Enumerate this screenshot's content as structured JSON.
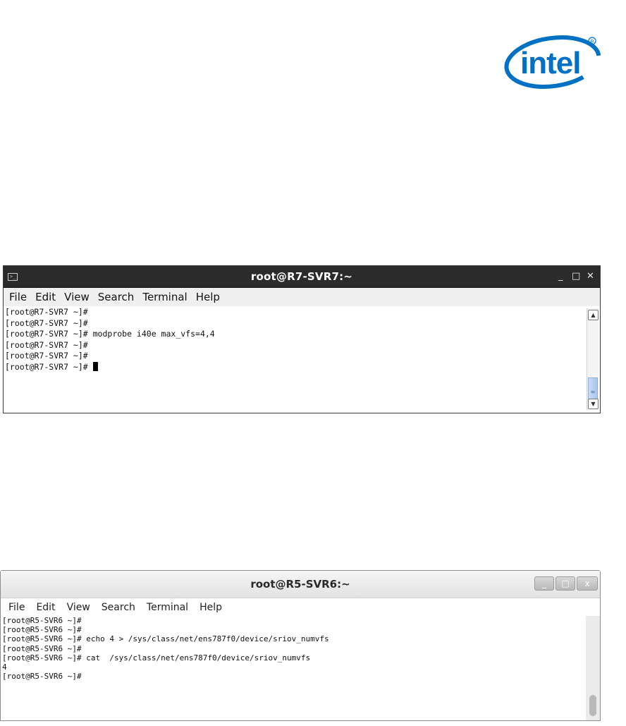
{
  "logo": {
    "text": "intel",
    "color": "#0071c5"
  },
  "terminal_top": {
    "icon": "terminal-icon",
    "title": "root@R7-SVR7:~",
    "controls": {
      "minimize": "_",
      "maximize": "□",
      "close": "✕"
    },
    "menu": [
      "File",
      "Edit",
      "View",
      "Search",
      "Terminal",
      "Help"
    ],
    "lines": [
      "[root@R7-SVR7 ~]#",
      "[root@R7-SVR7 ~]#",
      "[root@R7-SVR7 ~]# modprobe i40e max_vfs=4,4",
      "[root@R7-SVR7 ~]#",
      "[root@R7-SVR7 ~]#",
      "[root@R7-SVR7 ~]# "
    ]
  },
  "terminal_bottom": {
    "title": "root@R5-SVR6:~",
    "controls": {
      "minimize": "_",
      "maximize": "□",
      "close": "x"
    },
    "menu": [
      "File",
      "Edit",
      "View",
      "Search",
      "Terminal",
      "Help"
    ],
    "lines": [
      "[root@R5-SVR6 ~]#",
      "[root@R5-SVR6 ~]#",
      "[root@R5-SVR6 ~]# echo 4 > /sys/class/net/ens787f0/device/sriov_numvfs",
      "[root@R5-SVR6 ~]#",
      "[root@R5-SVR6 ~]# cat  /sys/class/net/ens787f0/device/sriov_numvfs",
      "4",
      "[root@R5-SVR6 ~]#"
    ]
  }
}
